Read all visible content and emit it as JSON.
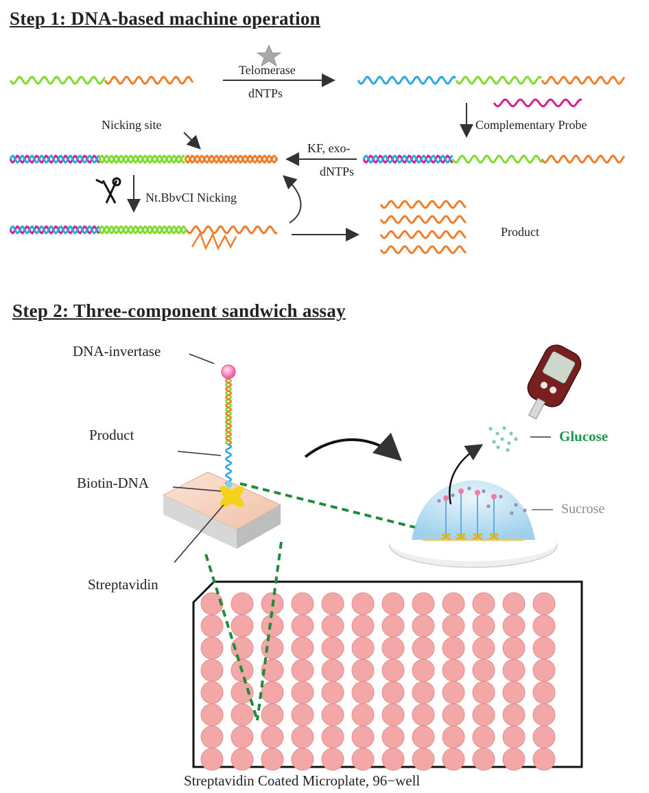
{
  "step1": {
    "heading": "Step 1:  DNA-based machine operation",
    "telomerase": "Telomerase",
    "dntps_top": "dNTPs",
    "complementary_probe": "Complementary Probe",
    "nicking_site": "Nicking site",
    "kf_exo": "KF, exo-",
    "dntps_mid": "dNTPs",
    "nicking_enzyme": "Nt.BbvCI Nicking",
    "product": "Product"
  },
  "step2": {
    "heading": "Step 2: Three-component sandwich assay",
    "dna_invertase": "DNA-invertase",
    "product": "Product",
    "biotin_dna": "Biotin-DNA",
    "streptavidin": "Streptavidin",
    "glucose": "Glucose",
    "sucrose": "Sucrose",
    "plate_caption": "Streptavidin  Coated  Microplate, 96−well"
  },
  "microplate": {
    "rows": 8,
    "columns": 12
  },
  "colors": {
    "green": "#7ddc2c",
    "orange": "#f07d2a",
    "blue": "#2aa8e0",
    "magenta": "#d91e8c",
    "glucose": "#1a9a4a",
    "sucrose": "#888888",
    "well": "#f3a7a7",
    "dashed": "#1f8a3a"
  }
}
